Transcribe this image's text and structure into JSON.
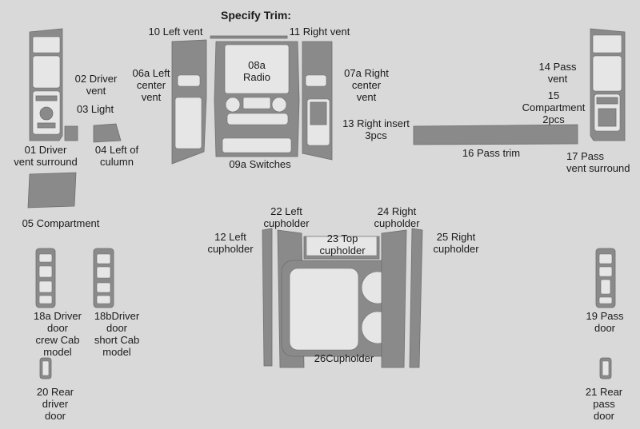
{
  "title": "Specify Trim:",
  "labels": {
    "p10": "10 Left vent",
    "p11": "11 Right vent",
    "p02": "02 Driver\nvent",
    "p06a": "06a Left\ncenter\nvent",
    "p08a": "08a\nRadio",
    "p07a": "07a Right\ncenter\nvent",
    "p14": "14 Pass\nvent",
    "p15": "15\nCompartment\n2pcs",
    "p03": "03 Light",
    "p13": "13 Right insert\n3pcs",
    "p01": "01 Driver\nvent surround",
    "p04": "04 Left of\nculumn",
    "p09a": "09a Switches",
    "p16": "16 Pass trim",
    "p17": "17 Pass\nvent surround",
    "p05": "05 Compartment",
    "p22": "22 Left\ncupholder",
    "p24": "24  Right\ncupholder",
    "p12": "12 Left\ncupholder",
    "p23": "23 Top\ncupholder",
    "p25": "25  Right\ncupholder",
    "p18a": "18a Driver\ndoor\ncrew Cab\nmodel",
    "p18b": "18bDriver\ndoor\nshort Cab\nmodel",
    "p19": "19 Pass\ndoor",
    "p26": "26Cupholder",
    "p20": "20 Rear\ndriver\ndoor",
    "p21": "21 Rear\npass\ndoor"
  }
}
